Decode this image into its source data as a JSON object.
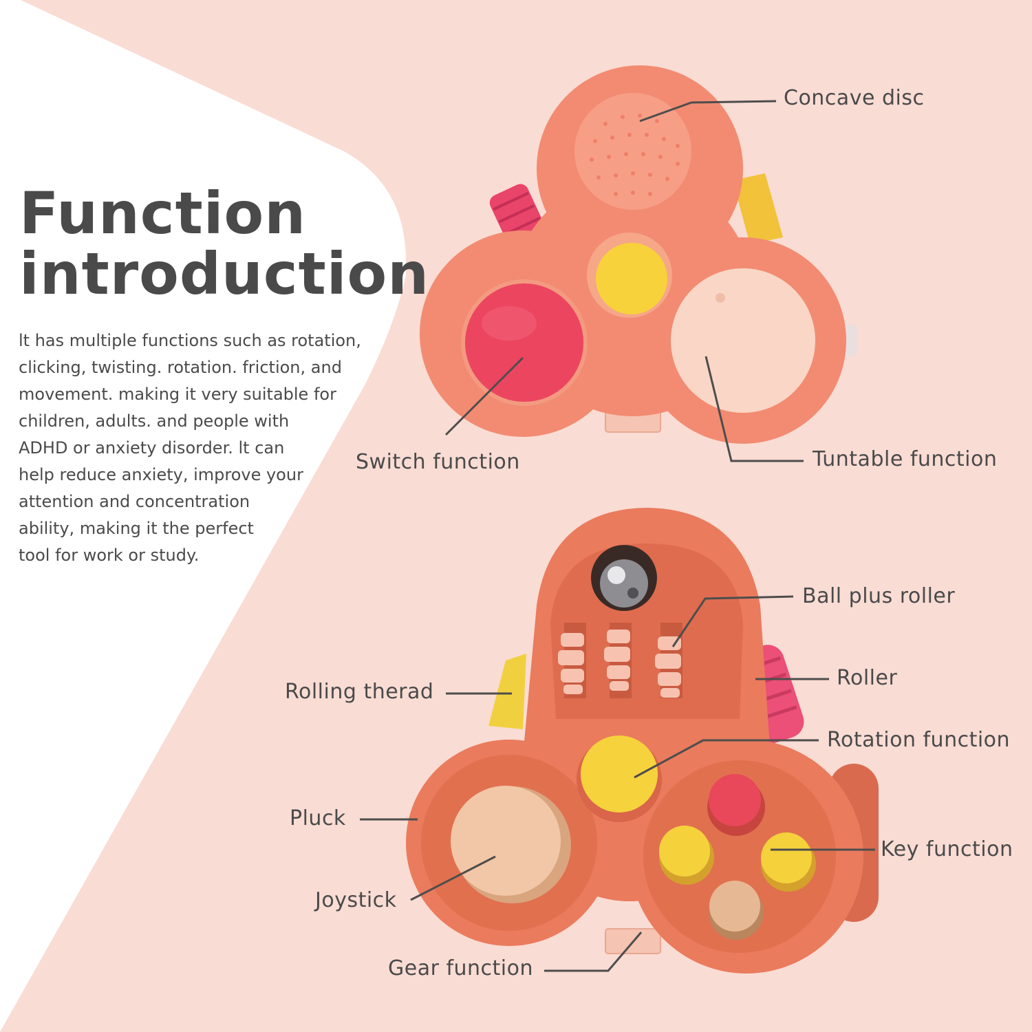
{
  "heading": {
    "line1": "Function",
    "line2": "introduction"
  },
  "intro_lines": [
    "lt has multiple functions such as rotation,",
    "clicking, twisting. rotation. friction, and",
    "movement. making it very suitable for",
    "children, adults. and people with",
    "ADHD or anxiety disorder. lt can",
    "help reduce anxiety, improve your",
    "attention and concentration",
    "ability, making it the perfect",
    "tool for work or study."
  ],
  "labels": {
    "concave_disc": "Concave disc",
    "switch_function": "Switch function",
    "tuntable_function": "Tuntable function",
    "ball_plus_roller": "Ball plus roller",
    "roller": "Roller",
    "rolling_therad": "Rolling therad",
    "rotation_function": "Rotation function",
    "pluck": "Pluck",
    "key_function": "Key function",
    "joystick": "Joystick",
    "gear_function": "Gear function"
  },
  "colors": {
    "background": "#f9dcd4",
    "white_panel": "#ffffff",
    "toy_body": "#f08a6e",
    "red_button": "#ef4a64",
    "yellow_button": "#f7d23b",
    "turntable": "#f8d3c4",
    "text": "#4a4a4a"
  }
}
